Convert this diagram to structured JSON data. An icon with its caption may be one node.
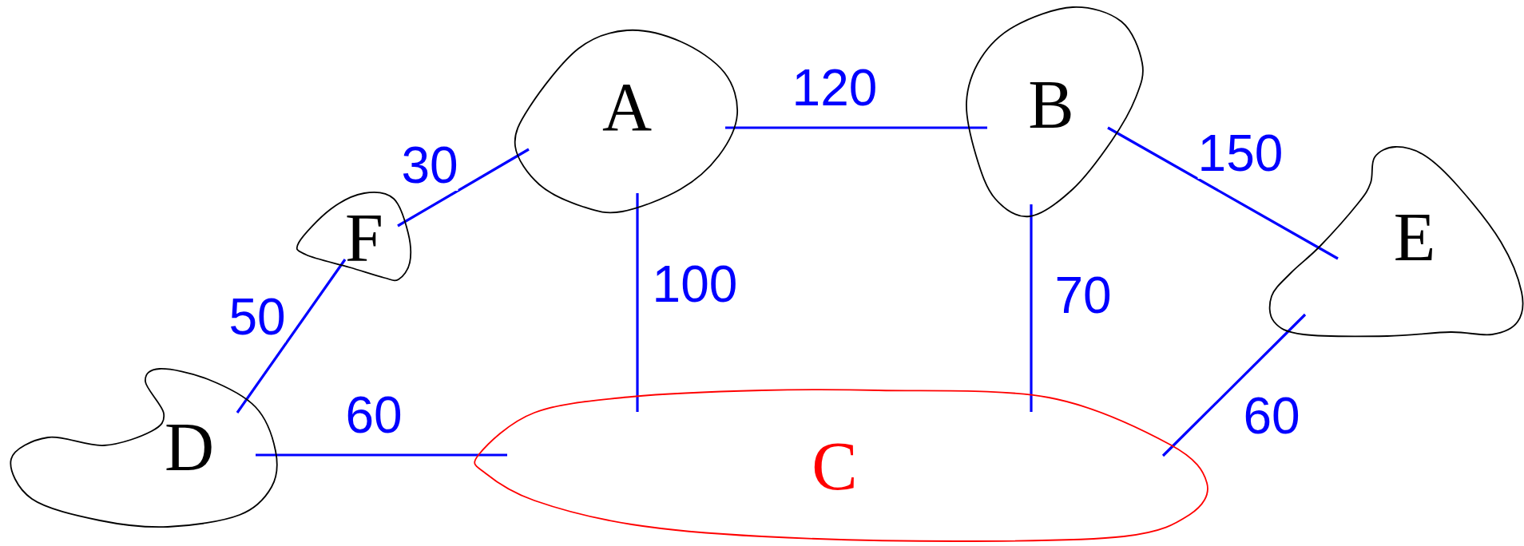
{
  "diagram": {
    "nodes": [
      {
        "text": [
          "A"
        ]
      },
      {
        "text": [
          "B"
        ]
      },
      {
        "text": [
          "E"
        ]
      },
      {
        "text": [
          "F"
        ]
      },
      {
        "text": [
          "D"
        ]
      },
      {
        "text": [
          "C"
        ]
      }
    ],
    "edges": [
      {
        "from": 0,
        "to": 1,
        "arrow": "none",
        "label": "120"
      },
      {
        "from": 1,
        "to": 2,
        "arrow": "none",
        "label": "150"
      },
      {
        "from": 3,
        "to": 0,
        "arrow": "none",
        "label": "30"
      },
      {
        "from": 4,
        "to": 3,
        "arrow": "none",
        "label": "50"
      },
      {
        "from": 0,
        "to": 5,
        "arrow": "none",
        "label": "100"
      },
      {
        "from": 1,
        "to": 5,
        "arrow": "none",
        "label": "70"
      },
      {
        "from": 4,
        "to": 5,
        "arrow": "none",
        "label": "60"
      },
      {
        "from": 2,
        "to": 5,
        "arrow": "none",
        "label": "60"
      }
    ]
  }
}
